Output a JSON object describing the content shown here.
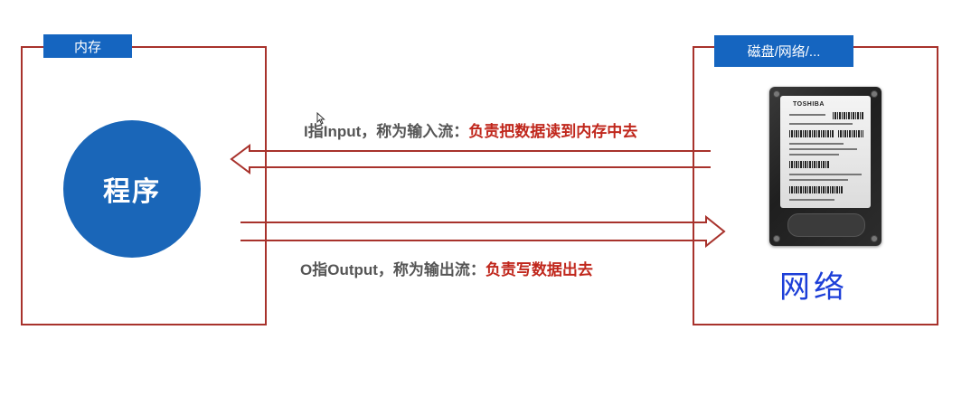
{
  "memory": {
    "label": "内存"
  },
  "program": {
    "label": "程序"
  },
  "storage": {
    "label": "磁盘/网络/...",
    "network_label": "网络",
    "drive_brand": "TOSHIBA"
  },
  "input": {
    "prefix": "I指Input，称为输入流：",
    "description": "负责把数据读到内存中去"
  },
  "output": {
    "prefix": "O指Output，称为输出流：",
    "description": "负责写数据出去"
  },
  "colors": {
    "frame": "#a8322c",
    "accent_blue": "#1565c0",
    "highlight_red": "#c0271c",
    "network_blue": "#1d3fd8"
  }
}
